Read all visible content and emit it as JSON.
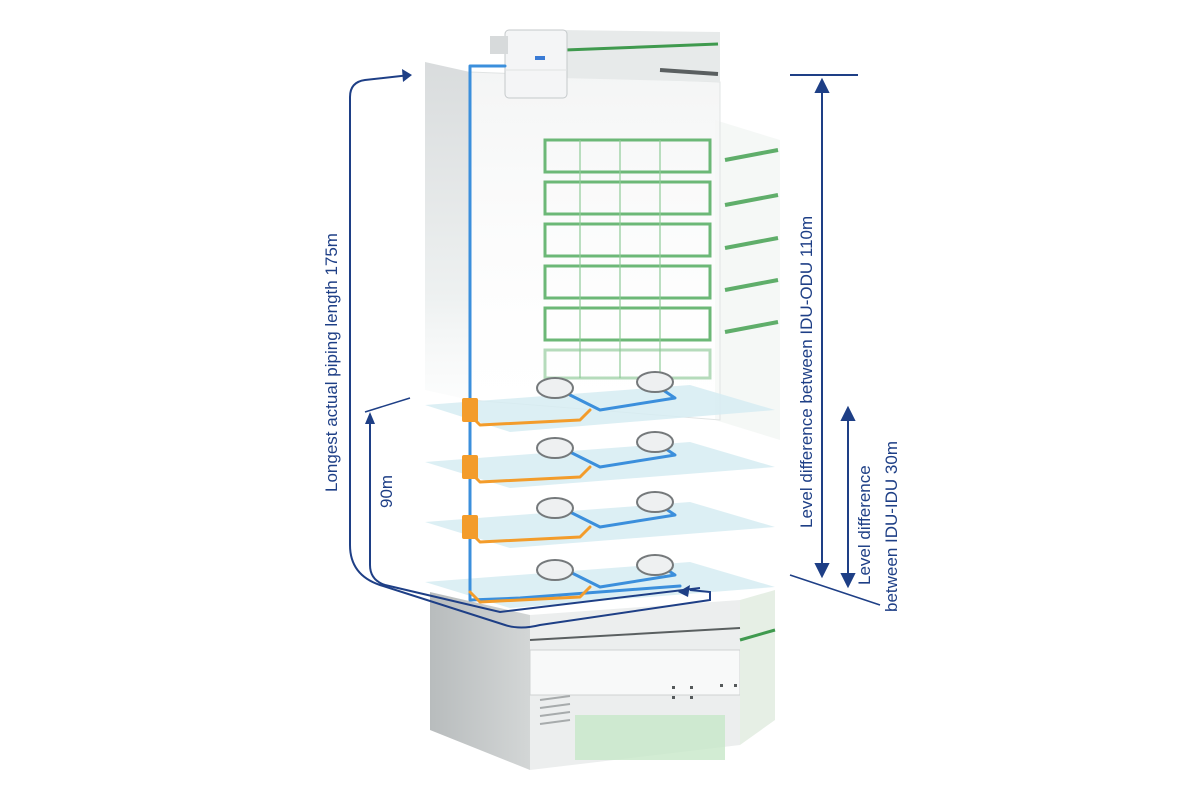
{
  "labels": {
    "longest_piping": "Longest actual piping length 175m",
    "segment_90m": "90m",
    "idu_odu_level": "Level difference between IDU-ODU 110m",
    "idu_idu_level_line1": "Level difference",
    "idu_idu_level_line2": "between IDU-IDU 30m"
  },
  "colors": {
    "annotation": "#1e3f86",
    "refrigerant_main": "#3b8fdc",
    "branch_orange": "#f39c2b",
    "floor_glass": "#d6ecf2",
    "window_green": "#5fae6a",
    "building_grey": "#cfd3d4"
  },
  "icons": {
    "outdoor_unit": "odu-icon",
    "indoor_unit": "cassette-indoor-unit-icon",
    "branch_joint": "refnet-joint-icon"
  }
}
